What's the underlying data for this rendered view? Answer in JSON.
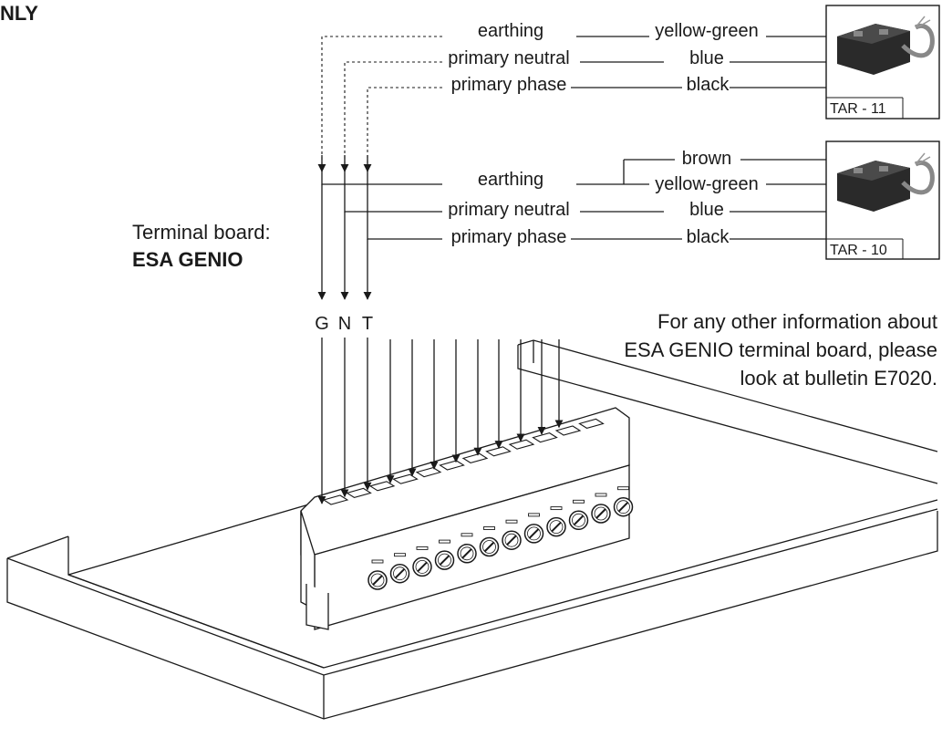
{
  "corner_text": "NLY",
  "terminal_board": {
    "label": "Terminal board:",
    "name": "ESA GENIO"
  },
  "info_note": {
    "lines": [
      "For any other information about",
      "ESA GENIO terminal board, please",
      "look at bulletin E7020."
    ]
  },
  "tar11": {
    "label": "TAR - 11",
    "connections": [
      {
        "function": "earthing",
        "wire_color": "yellow-green"
      },
      {
        "function": "primary neutral",
        "wire_color": "blue"
      },
      {
        "function": "primary phase",
        "wire_color": "black"
      }
    ]
  },
  "tar10": {
    "label": "TAR - 10",
    "extra_wire": "brown",
    "connections": [
      {
        "function": "earthing",
        "wire_color": "yellow-green"
      },
      {
        "function": "primary neutral",
        "wire_color": "blue"
      },
      {
        "function": "primary phase",
        "wire_color": "black"
      }
    ]
  },
  "terminal_letters": [
    "G",
    "N",
    "T"
  ]
}
